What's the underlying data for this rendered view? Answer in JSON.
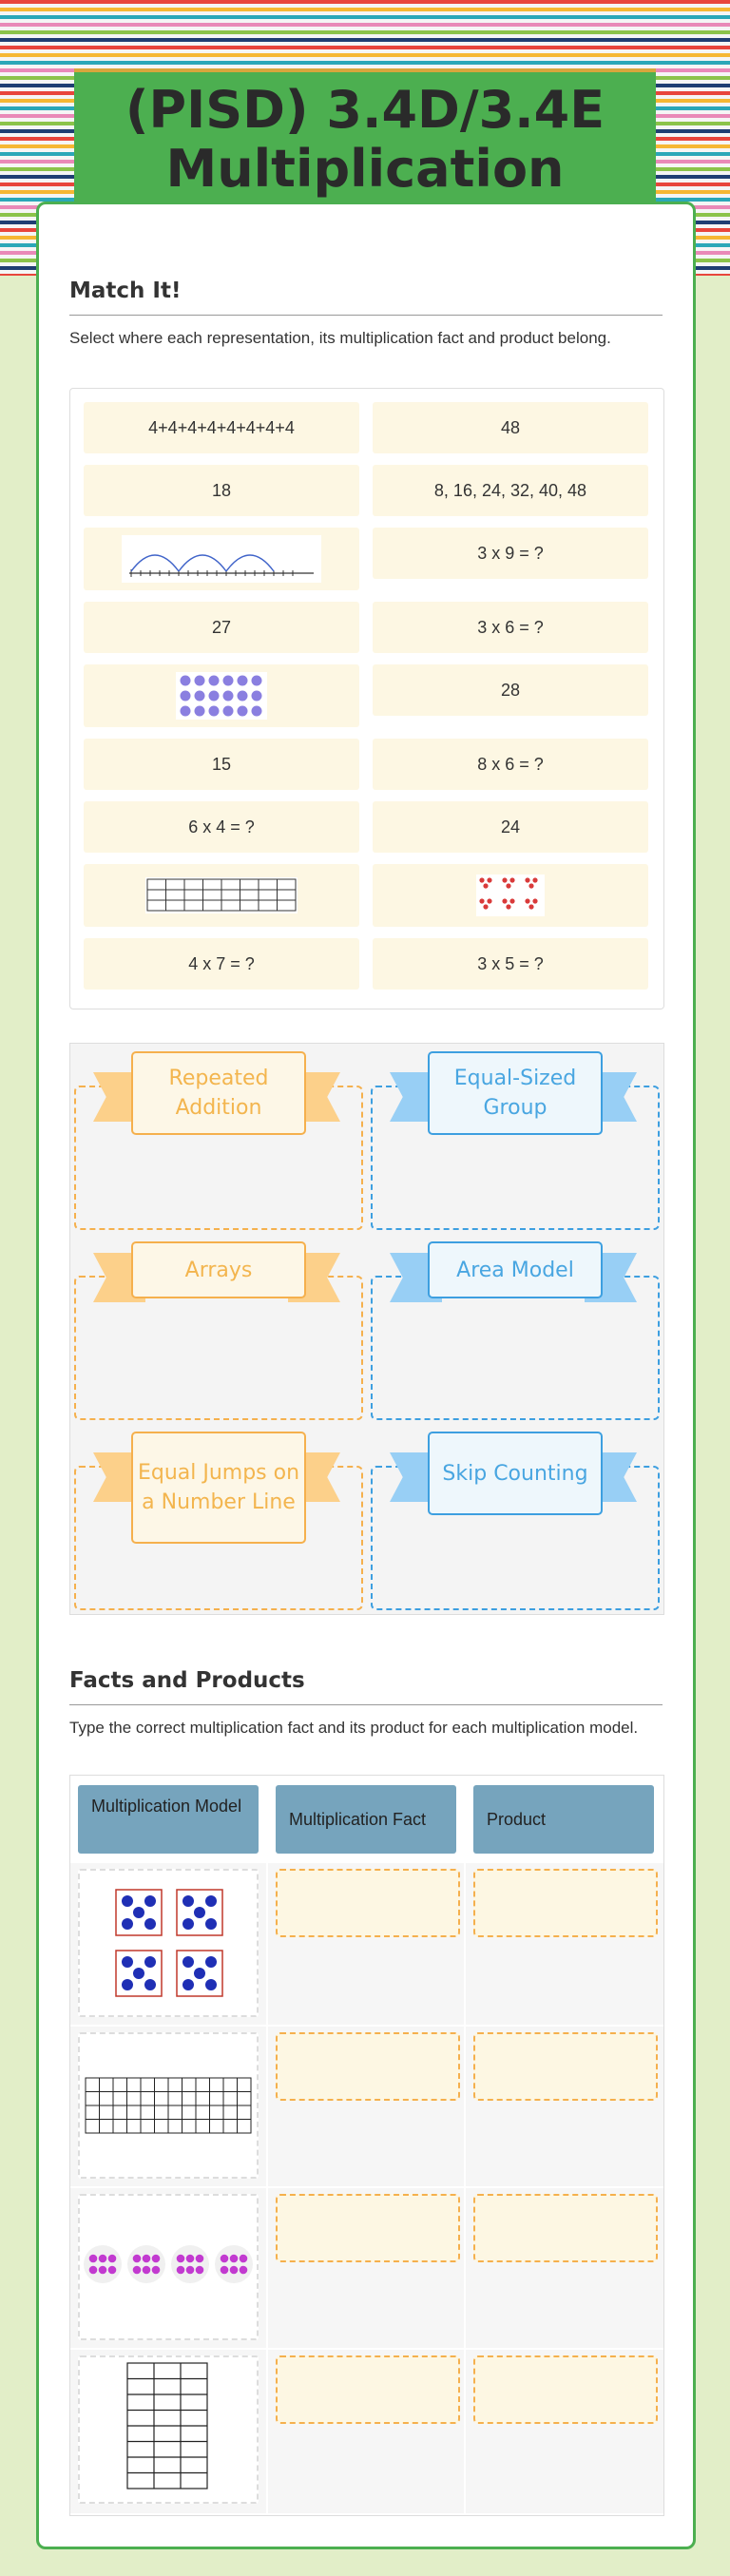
{
  "header": {
    "title": "(PISD) 3.4D/3.4E Multiplication"
  },
  "match_section": {
    "title": "Match It!",
    "instructions": "Select where each representation, its multiplication fact and product belong.",
    "left_tiles": [
      "4+4+4+4+4+4+4+4",
      "18",
      "[number-line]",
      "27",
      "[dot-array]",
      "15",
      "6 x 4 = ?",
      "[grid]",
      "4 x 7 = ?"
    ],
    "right_tiles": [
      "48",
      "8, 16, 24, 32, 40, 48",
      "3 x 9 = ?",
      "3 x 6 = ?",
      "28",
      "8 x 6 = ?",
      "24",
      "[groups]",
      "3 x 5 = ?"
    ]
  },
  "categories": {
    "repeated_addition": "Repeated Addition",
    "equal_sized_group": "Equal-Sized Group",
    "arrays": "Arrays",
    "area_model": "Area Model",
    "equal_jumps": "Equal Jumps on a Number Line",
    "skip_counting": "Skip Counting"
  },
  "facts_section": {
    "title": "Facts and Products",
    "instructions": "Type the correct multiplication fact and its product for each multiplication model.",
    "columns": [
      "Multiplication Model",
      "Multiplication Fact",
      "Product"
    ]
  },
  "colors": {
    "brand_green": "#4caf50",
    "tile_fill": "#fdf7e3",
    "orange_accent": "#f5b04d",
    "blue_accent": "#3d9fe0",
    "header_blue": "#76a4bd"
  }
}
